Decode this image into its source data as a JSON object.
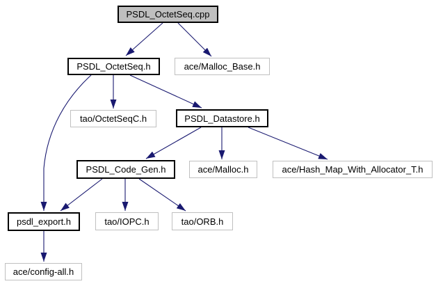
{
  "diagram": {
    "kind": "include-dependency-graph",
    "colors": {
      "edge": "#191970",
      "main_node_fill": "#bfbfbf",
      "internal_border": "#000000",
      "external_border": "#c0c0c0",
      "background": "#ffffff",
      "text": "#000000"
    },
    "nodes": [
      {
        "id": "psdl_octetseq_cpp",
        "label": "PSDL_OctetSeq.cpp",
        "type": "main"
      },
      {
        "id": "psdl_octetseq_h",
        "label": "PSDL_OctetSeq.h",
        "type": "internal"
      },
      {
        "id": "ace_malloc_base_h",
        "label": "ace/Malloc_Base.h",
        "type": "external"
      },
      {
        "id": "tao_octetseqc_h",
        "label": "tao/OctetSeqC.h",
        "type": "external"
      },
      {
        "id": "psdl_datastore_h",
        "label": "PSDL_Datastore.h",
        "type": "internal"
      },
      {
        "id": "psdl_code_gen_h",
        "label": "PSDL_Code_Gen.h",
        "type": "internal"
      },
      {
        "id": "ace_malloc_h",
        "label": "ace/Malloc.h",
        "type": "external"
      },
      {
        "id": "ace_hash_map_with_allocator_t_h",
        "label": "ace/Hash_Map_With_Allocator_T.h",
        "type": "external"
      },
      {
        "id": "psdl_export_h",
        "label": "psdl_export.h",
        "type": "internal"
      },
      {
        "id": "tao_iopc_h",
        "label": "tao/IOPC.h",
        "type": "external"
      },
      {
        "id": "tao_orb_h",
        "label": "tao/ORB.h",
        "type": "external"
      },
      {
        "id": "ace_config_all_h",
        "label": "ace/config-all.h",
        "type": "external"
      }
    ],
    "edges": [
      {
        "from": "psdl_octetseq_cpp",
        "to": "psdl_octetseq_h"
      },
      {
        "from": "psdl_octetseq_cpp",
        "to": "ace_malloc_base_h"
      },
      {
        "from": "psdl_octetseq_h",
        "to": "tao_octetseqc_h"
      },
      {
        "from": "psdl_octetseq_h",
        "to": "psdl_datastore_h"
      },
      {
        "from": "psdl_octetseq_h",
        "to": "psdl_export_h"
      },
      {
        "from": "psdl_datastore_h",
        "to": "psdl_code_gen_h"
      },
      {
        "from": "psdl_datastore_h",
        "to": "ace_malloc_h"
      },
      {
        "from": "psdl_datastore_h",
        "to": "ace_hash_map_with_allocator_t_h"
      },
      {
        "from": "psdl_code_gen_h",
        "to": "psdl_export_h"
      },
      {
        "from": "psdl_code_gen_h",
        "to": "tao_iopc_h"
      },
      {
        "from": "psdl_code_gen_h",
        "to": "tao_orb_h"
      },
      {
        "from": "psdl_export_h",
        "to": "ace_config_all_h"
      }
    ]
  }
}
